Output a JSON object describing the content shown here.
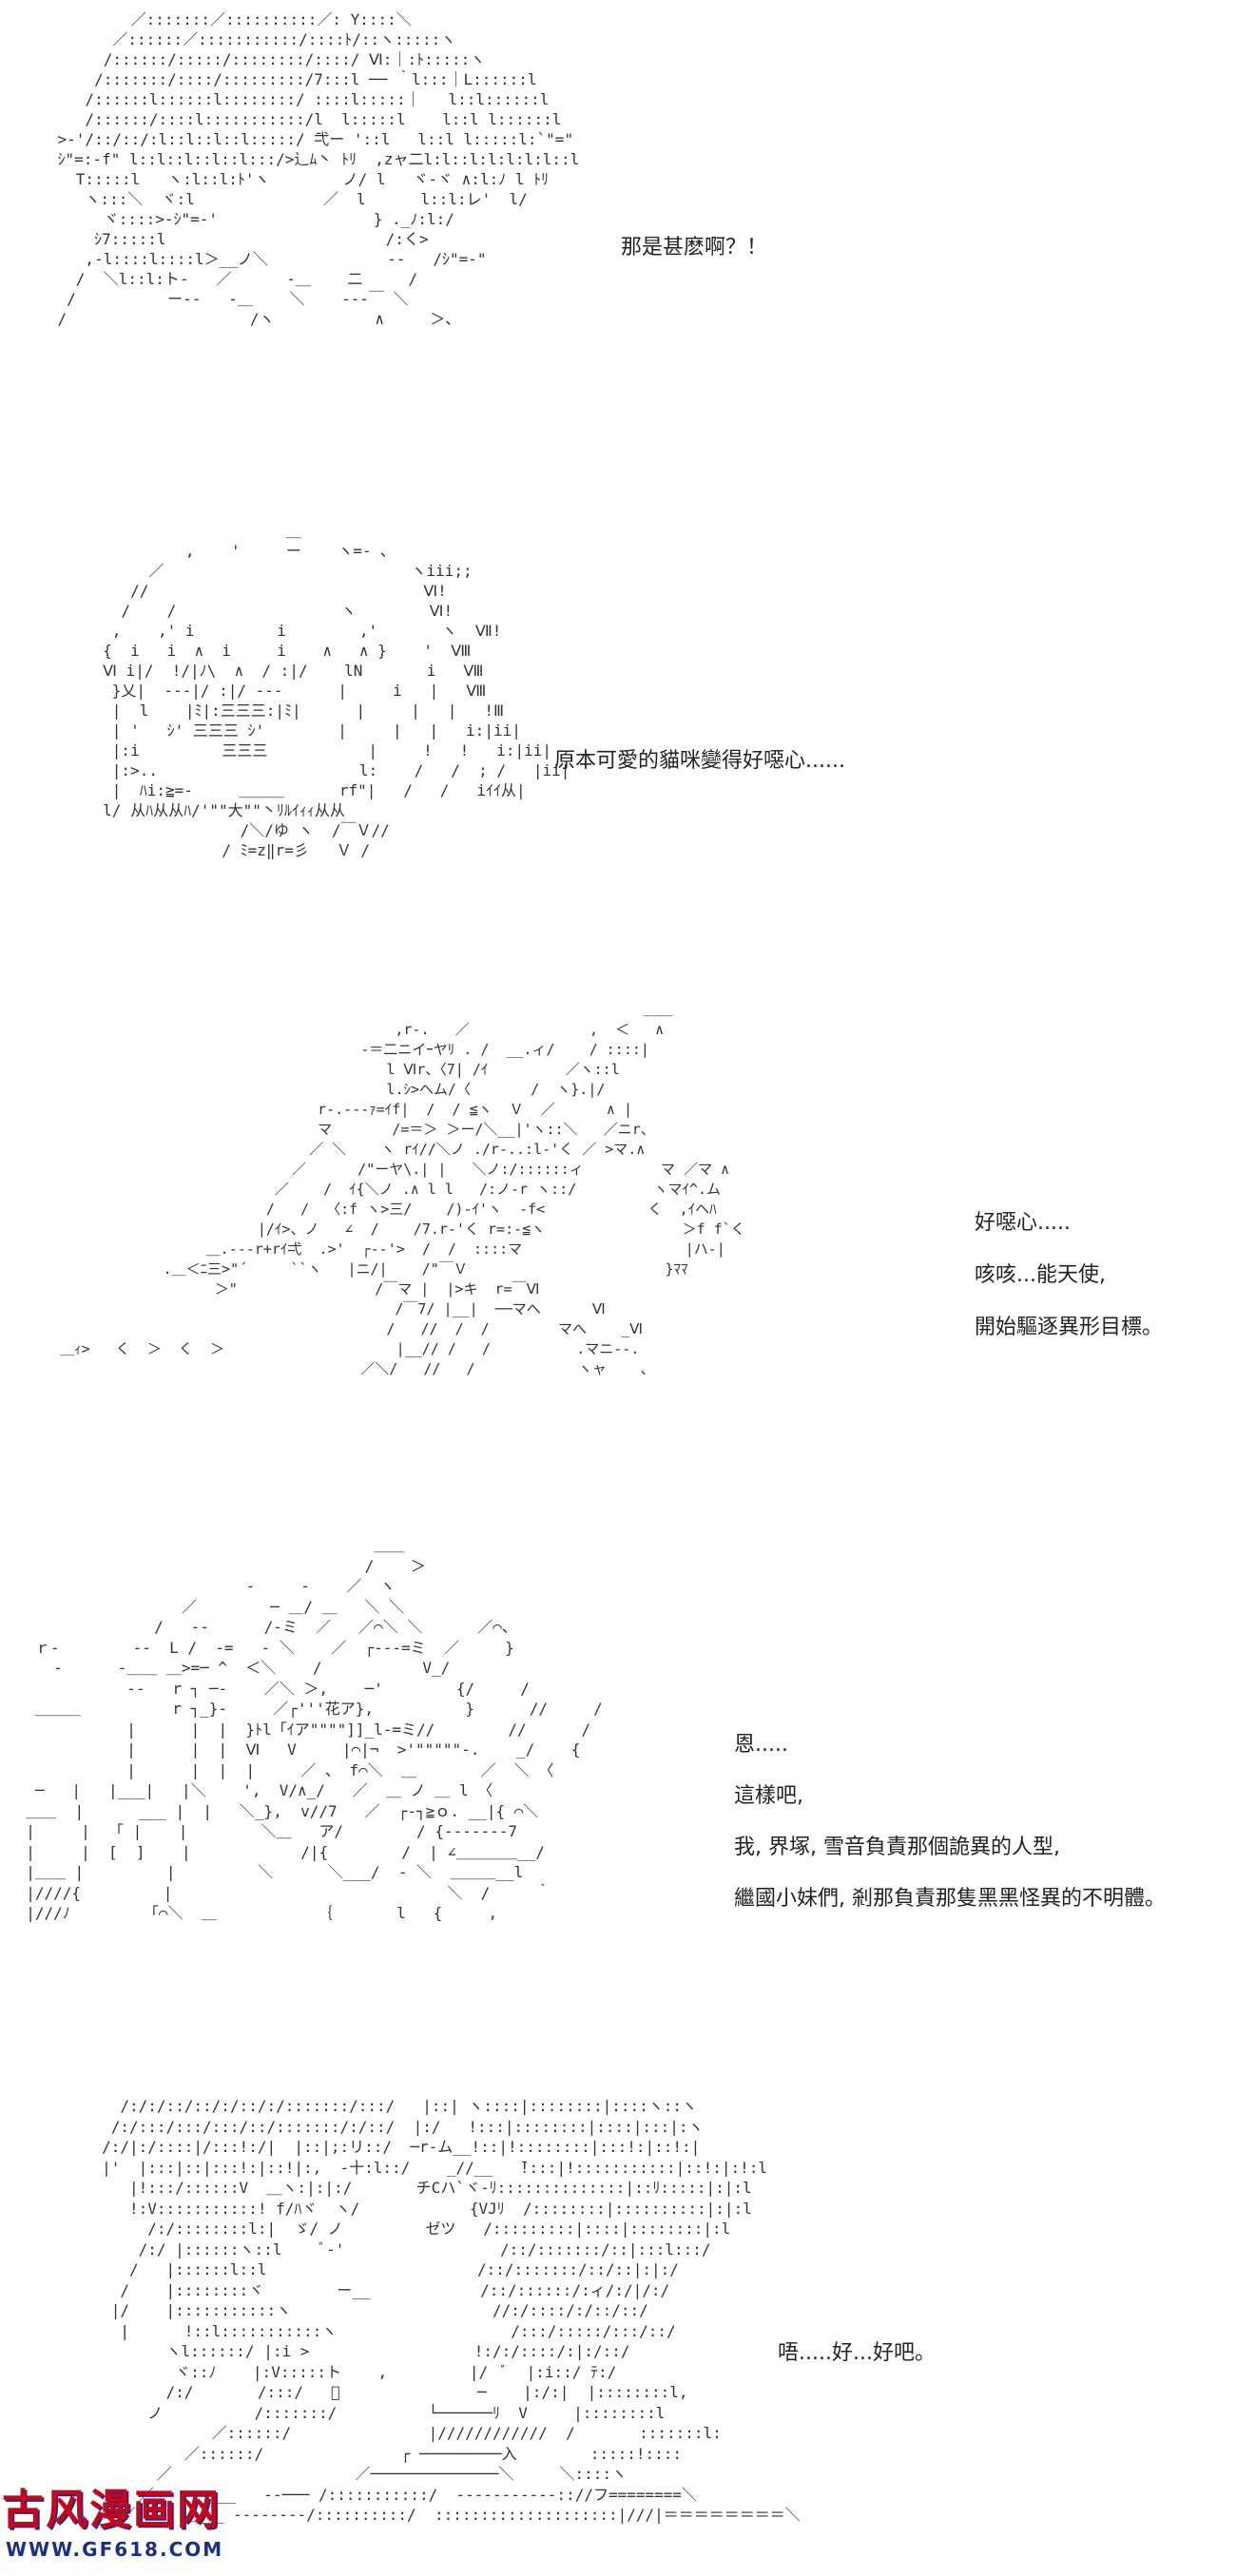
{
  "panels": [
    {
      "art": [
        "            ／:::::::／::::::::::／: Y::::＼",
        "          ／::::::／:::::::::::/::::ﾄ/::ヽ:::::ヽ",
        "         /::::::/:::::/::::::::/::::/ Ⅵ:｜:ﾄ:::::ヽ",
        "        /:::::::/::::/:::::::::/7:::l ── ｀l:::｜L::::::l",
        "       /::::::l::::::l::::::::/ ::::l:::::｜   l::l::::::l",
        "       /::::::/::::l:::::::::::/l  l:::::l    l::l l::::::l",
        "    >‐'/::/::/:l::l::l::l:::::/ ̄弌ー '::l   l::l l:::::l:`\"=\"",
        "    ｼ\"=:‐f\" l::l::l::l::l:::/>辶ﾑ丶 ﾄﾘ  ,zャ二l:l::l:l:l:l:l::l",
        "      T:::::l   ヽ:l::l:ﾄ'ヽ        ノ/ l   ヾ‐ヾ ∧:l:ﾉ l ﾄﾘ",
        "       ヽ:::＼  ヾ:l              ／  l      l::l:レ'  l/",
        "         ヾ::::>‐ｼ\"=‐'                 } ._ﾉ:l:/",
        "        ｼ7:::::l                        /:く>",
        "       ,‐l::::l::::l＞__ノ＼             ‐‐   /ｼ\"=‐\"",
        "      /  ＼l::l:ト‐   ／      ‐＿    二     /",
        "     /          ー‐‐   ‐＿    ＼    ‐‐‐￣ ＼",
        "    /                    /ヽ           ∧     ＞、"
      ],
      "dialogue": [
        "那是甚麽啊？！"
      ]
    },
    {
      "art": [
        "                         ＿",
        "              ,    '     ー    ヽ=‐ ､",
        "          ／                           ヽiii;;",
        "        //                              Ⅵ!",
        "       /    /                  ヽ        Ⅵ!",
        "      ,    ,' i         i        ,'       ヽ  Ⅶ!",
        "     {  i   i  ∧  i     i    ∧   ∧ }    '  Ⅷ",
        "     Ⅵ i|/  !/|ﾉ\\  ∧  / :|/    lN       i   Ⅷ",
        "      }乂|  ‐‐‐|/ :|/ ‐‐‐      |     i   |   Ⅷ",
        "      |  l    |ﾐ|:三三三:|ﾐ|      |     |   |   !Ⅲ",
        "      | '   ｼ' 三三三 ｼ'        |     |   |   i:|ii|",
        "      |:i         三三三           |     !   !   i:|ii|",
        "      |:>..                      l:    /   /  ; /   |ii|",
        "      |  ﾊi:≧=‐     ＿＿＿      rf\"|   /   /   iｲｲ从|",
        "     l/ 从ﾊ从从ﾊ/'\"\"大\"\"丶ﾘﾙｲｨｨ从从",
        "                    /＼/ゆ ヽ  /￣Ｖ//",
        "                  / ﾐ=z‖r=彡   Ｖ /"
      ],
      "dialogue": [
        "原本可愛的貓咪變得好噁心......"
      ]
    },
    {
      "art": [
        "                                                                         ＿＿",
        "                                            ,r‐.   ／              ,  ＜   ∧",
        "                                        ‐＝二ニイｰヤﾘ . /  __.ィ/    / ::::|",
        "                                           l Ⅵr、〈7| /ｲ         ／ヽ::l",
        "                                           l.ｼ>ヘム/〈       /  ヽ}.|/",
        "                                   r‐.‐‐‐ｧ=ｲf|  /  / ≦ヽ  Ｖ  ／      ∧ |",
        "                                   マ       /=＝＞ ＞ー/＼__|'ヽ::＼   ／ニr、",
        "                                  ／ ＼    ヽ rｲ//＼ノ ./r‐..:l‐'く ／ >マ.∧",
        "                                ／      /\"ーヤ\\.| |   ＼ノ:/::::::ィ         マ ／マ ∧",
        "                              ／    /  ｲ{＼ノ .∧ l l   /:ノ‐r ヽ::/         ヽマｲ^.ム",
        "                             /   /  〈:f ヽ>三/    /)‐ｲ'ヽ  ‐f<            く  ,ｲヘﾊ",
        "                            |/ｲ>、ノ   ∠  /    /7.r‐'く r=:‐≦ヽ                ＞f f`く",
        "                      ＿.‐‐‐r+rｲ弌  .>'  ┌‐‐'>  /  /  ::::マ                   |ハ‐|",
        "                 .＿＜ﾆ三>\"´     ``ヽ   |ニ/|    /\"￣Ｖ                       }ﾏﾏ",
        "                       ＞\"                /￣マ |  |>キ  r=￣Ⅵ",
        "                                            /￣7/ |__|  ──マへ      Ⅵ",
        "                                           /   //  /  /        マへ    _Ⅵ",
        "     ＿ｨ>   く  ＞  く  ＞                    |__// /   /          .マニ‐‐.",
        "                                        ／＼/   //   /            ヽャ    ､"
      ],
      "dialogue": [
        "好噁心.....",
        "咳咳...能天使,",
        "開始驅逐異形目標。"
      ]
    },
    {
      "art": [
        "                                        ＿＿",
        "                                       /    ＞",
        "                          ‐     ‐    ／  ヽ",
        "                   ／        ─ ＿/ ＿   ＼ ＼",
        "                /   ‐‐      /‐ミ  ／   ／⌒＼ ＼      ／⌒、",
        "   ｒ‐        ‐‐  L /  ‐=   ‐ ＼    ／  ┌‐‐‐=ミ  ／     }",
        "     ‐      ‐＿＿ ＿>=─ ^  ＜＼    /           V_/",
        "             ‐‐   r ┐ ─‐    ／＼ ＞,    ─'        {/     /",
        "   ＿＿＿          r ┐_}‐     ／┌'''花ア},          }      //     /",
        "             |      |  |  }ﾄl「ｲア\"\"\"\"]]_l‐=ミ//        //      /",
        "             |      |  |  Ⅵ   V     |⌒|¬  >'\"\"\"\"\"‐.    _/    {",
        "             |      |  |  |     ／ 、 f⌒＼  ＿       ／  ＼ 〈",
        "   ─   |   |___|   |＼    ',  V/∧_/   ／  ＿ ノ ＿ l 〈",
        "  ＿＿  |      ___ |  |   ＼_},  v//7   ／  ┌‐┐≧ｏ. __|{ ⌒＼",
        "  |     |  「 |    |        ＼＿   ア/        / {‐‐‐‐‐‐‐7",
        "  |     |  [  ]    |            /|{        /  | ∠＿＿＿＿__/",
        "  |＿＿ |         |         ＼      ＼___/  ‐ ＼  ＿＿＿__l",
        "  |////{         |                              ＼  /     ｀",
        "  |///ﾉ        「⌒＼  ＿           ｛       l   {     ,"
      ],
      "dialogue": [
        "恩.....",
        "這樣吧,",
        "我, 界塚, 雪音負責那個詭異的人型,",
        "繼國小妹們, 剎那負責那隻黑黑怪異的不明體。"
      ]
    },
    {
      "art": [
        "          /:/:/::/::/:/::/:/:::::::/:::/   |::| ヽ::::|::::::::|::::ヽ::ヽ",
        "         /:/:::/:::/:::/::/:::::::/:/::/  |:/   !:::|::::::::|::::|:::|:ヽ",
        "        /:/|:/::::|/:::!:/|  |::|;:リ::/  ─r‐ム__!::|!::::::::|:::!:|::!:|",
        "        |'  |:::|::|:::!:|::!|:,  ‐十:l::/    _//__   ̄!:::|!:::::::::::|::!:|:!:l",
        "           |!:::/::::::V  ＿ヽ:|:|:/       チCハ`ヾ‐ﾘ::::::::::::::|::ﾘ:::::|:|:l",
        "           !:V:::::::::::! f/ﾊヾ  ヽ/            {VJﾘ  /::::::::|::::::::::|:|:l",
        "             /:/::::::::l:|  ゞ/ ノ         ゼツ   /:::::::::|::::|::::::::|:l",
        "            /:/ |::::::ヽ::l    ﾞ‐'                 /::/:::::::/::|:::l:::/",
        "           /   |::::::l::l                       /::/:::::::/::/::|:|:/",
        "          /    |::::::::ヾ        ー__            /::/::::::/:ィ/:/|/:/",
        "         |/    |:::::::::::ヽ                      //:/::::/:/::/::/",
        "          |      !::l:::::::::::ヽ                   /:::/:::::/:::/::/",
        "               ヽl::::::/ |:i >                  !:/:/::::/:|:/::/",
        "                ヾ::ﾉ    |:V:::::ト    ,         |/  ﾞ  |:i::/ ﾃ:/",
        "               /:/       /:::/   ﾞ               ─    |:/:|  |::::::::l,",
        "             ノ          /:::::::/          └──────ﾘ  V     |::::::::l",
        "                    ／::::::/               |////////////  /       :::::::l:",
        "                 ／::::::/               ┌ ─────────入        :::::!::::",
        "              ／                    ／──────────────＼     ＼::::ヽ",
        "            ／     ____   ‐‐─── /:::::::::::/  ‐‐‐‐‐‐‐‐‐‐‐:://フ========＼",
        "          ／     ＿___ ‐‐‐‐‐‐‐‐/::::::::::/  ::::::::::::::::::::|///|＝＝＝＝＝＝＝＝＼"
      ],
      "dialogue": [
        "唔.....好...好吧。"
      ]
    }
  ],
  "watermark": {
    "title": "古风漫画网",
    "url": "WWW.GF618.COM",
    "title_color": "#d0021b",
    "url_color": "#1a2f8a"
  }
}
